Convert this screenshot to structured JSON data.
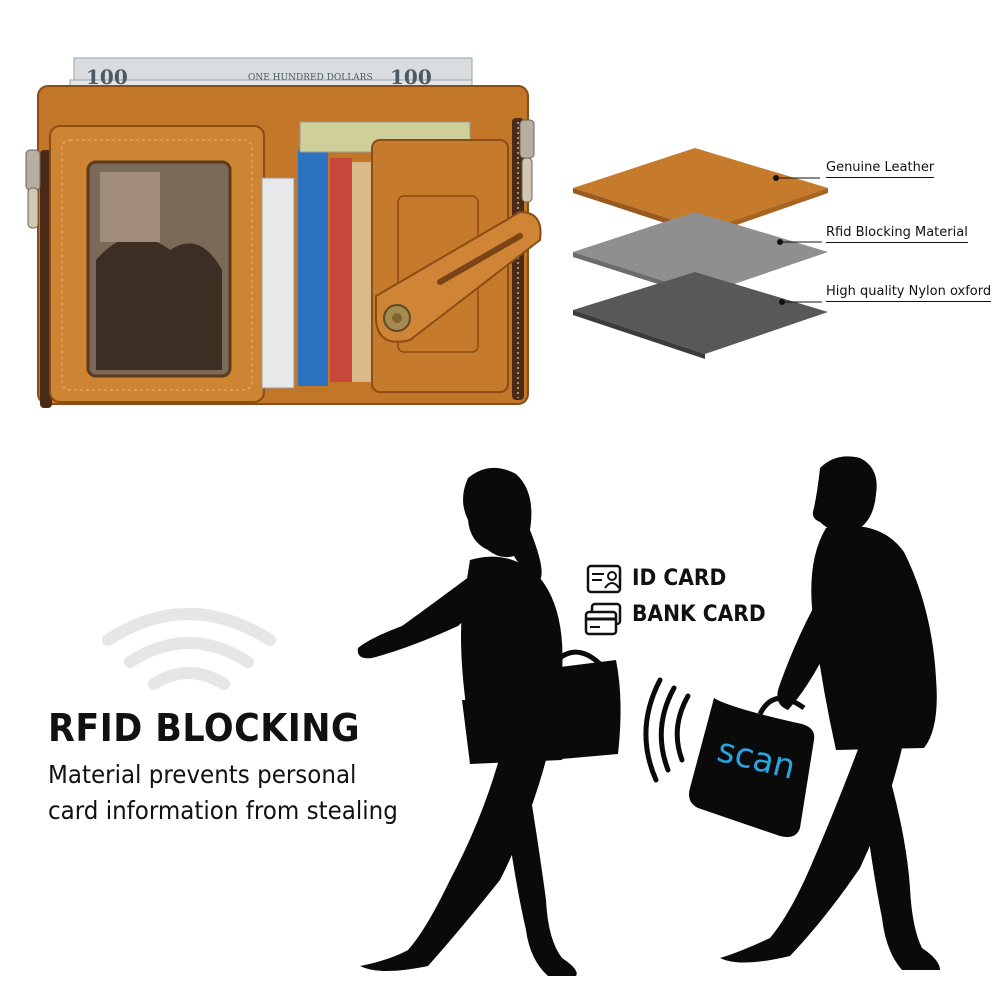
{
  "banknote": {
    "denomination": "100",
    "legend": "ONE HUNDRED DOLLARS"
  },
  "layers": [
    {
      "label": "Genuine Leather",
      "color": "#c67a2c"
    },
    {
      "label": "Rfid Blocking Material",
      "color": "#8c8c8c"
    },
    {
      "label": "High quality Nylon oxford",
      "color": "#555555"
    }
  ],
  "rfid": {
    "title": "RFID BLOCKING",
    "line1": "Material prevents personal",
    "line2": "card information from stealing"
  },
  "cards": [
    {
      "label": "ID CARD",
      "icon": "id-card-icon"
    },
    {
      "label": "BANK CARD",
      "icon": "bank-card-icon"
    }
  ],
  "scanner": {
    "label": "scan",
    "color": "#2aa3e0"
  },
  "colors": {
    "leather": "#c97d2e",
    "leather_dark": "#9c5a1c",
    "silhouette": "#0a0a0a"
  }
}
